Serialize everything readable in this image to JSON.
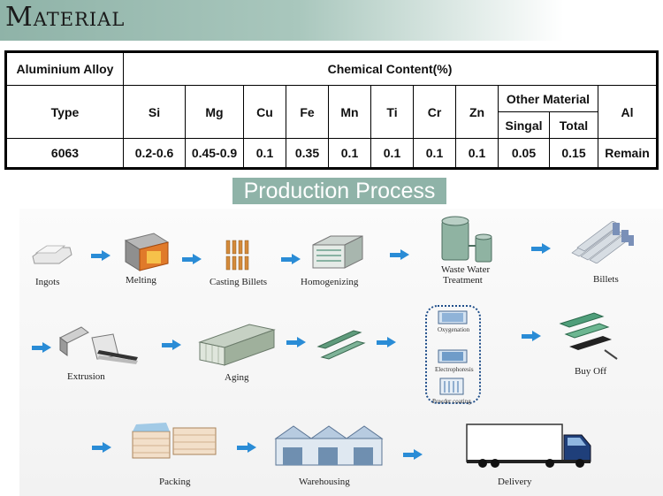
{
  "header": {
    "title": "Material"
  },
  "table": {
    "alloy_label": "Aluminium Alloy",
    "chemical_label": "Chemical Content(%)",
    "type_label": "Type",
    "elements": [
      "Si",
      "Mg",
      "Cu",
      "Fe",
      "Mn",
      "Ti",
      "Cr",
      "Zn"
    ],
    "other_label": "Other Material",
    "singal_label": "Singal",
    "total_label": "Total",
    "al_label": "Al",
    "row": {
      "type": "6063",
      "values": [
        "0.2-0.6",
        "0.45-0.9",
        "0.1",
        "0.35",
        "0.1",
        "0.1",
        "0.1",
        "0.1"
      ],
      "singal": "0.05",
      "total": "0.15",
      "al": "Remain"
    }
  },
  "process": {
    "title": "Production Process",
    "steps": {
      "ingots": "Ingots",
      "melting": "Melting",
      "casting": "Casting Billets",
      "homogenizing": "Homogenizing",
      "waste_water": "Waste Water",
      "treatment": "Treatment",
      "billets": "Billets",
      "extrusion": "Extrusion",
      "aging": "Aging",
      "oxygenation": "Oxygenation",
      "electrophoresis": "Electrophoresis",
      "powder": "Powder coating",
      "buyoff": "Buy Off",
      "packing": "Packing",
      "warehousing": "Warehousing",
      "delivery": "Delivery"
    },
    "colors": {
      "arrow": "#2a8cd6",
      "accent": "#8fb3a8"
    }
  }
}
